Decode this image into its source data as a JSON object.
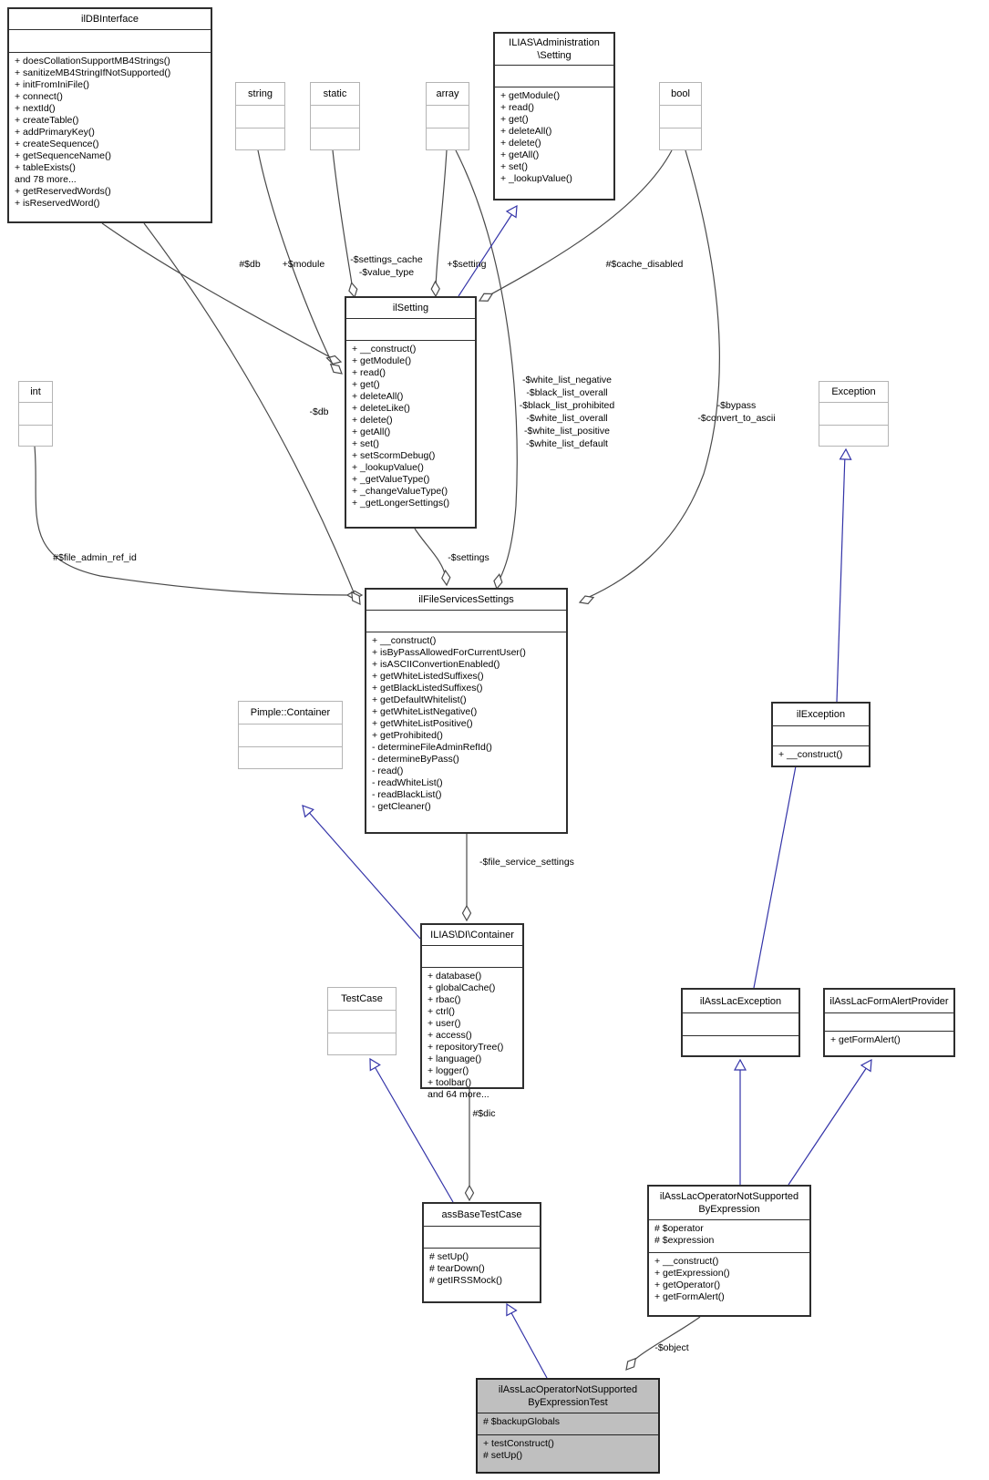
{
  "diagram": {
    "title": "Collaboration diagram for ilAssLacOperatorNotSupportedByExpressionTest",
    "classes": [
      {
        "id": "ilDBInterface",
        "title": "ilDBInterface",
        "attributes": [],
        "methods": [
          "+ doesCollationSupportMB4Strings()",
          "+ sanitizeMB4StringIfNotSupported()",
          "+ initFromIniFile()",
          "+ connect()",
          "+ nextId()",
          "+ createTable()",
          "+ addPrimaryKey()",
          "+ createSequence()",
          "+ getSequenceName()",
          "+ tableExists()",
          "and 78 more...",
          "+ getReservedWords()",
          "+ isReservedWord()"
        ]
      },
      {
        "id": "string",
        "title": "string",
        "attributes": [],
        "methods": []
      },
      {
        "id": "static",
        "title": "static",
        "attributes": [],
        "methods": []
      },
      {
        "id": "array",
        "title": "array",
        "attributes": [],
        "methods": []
      },
      {
        "id": "ILIAS\\Administration\\Setting",
        "title": "ILIAS\\Administration\n\\Setting",
        "attributes": [],
        "methods": [
          "+ getModule()",
          "+ read()",
          "+ get()",
          "+ deleteAll()",
          "+ delete()",
          "+ getAll()",
          "+ set()",
          "+ _lookupValue()"
        ]
      },
      {
        "id": "bool",
        "title": "bool",
        "attributes": [],
        "methods": []
      },
      {
        "id": "ilSetting",
        "title": "ilSetting",
        "attributes": [],
        "methods": [
          "+ __construct()",
          "+ getModule()",
          "+ read()",
          "+ get()",
          "+ deleteAll()",
          "+ deleteLike()",
          "+ delete()",
          "+ getAll()",
          "+ set()",
          "+ setScormDebug()",
          "+ _lookupValue()",
          "+ _getValueType()",
          "+ _changeValueType()",
          "+ _getLongerSettings()"
        ]
      },
      {
        "id": "int",
        "title": "int",
        "attributes": [],
        "methods": []
      },
      {
        "id": "Exception",
        "title": "Exception",
        "attributes": [],
        "methods": []
      },
      {
        "id": "ilFileServicesSettings",
        "title": "ilFileServicesSettings",
        "attributes": [],
        "methods": [
          "+ __construct()",
          "+ isByPassAllowedForCurrentUser()",
          "+ isASCIIConvertionEnabled()",
          "+ getWhiteListedSuffixes()",
          "+ getBlackListedSuffixes()",
          "+ getDefaultWhitelist()",
          "+ getWhiteListNegative()",
          "+ getWhiteListPositive()",
          "+ getProhibited()",
          "- determineFileAdminRefId()",
          "- determineByPass()",
          "- read()",
          "- readWhiteList()",
          "- readBlackList()",
          "- getCleaner()"
        ]
      },
      {
        "id": "Pimple::Container",
        "title": "Pimple::Container",
        "attributes": [],
        "methods": []
      },
      {
        "id": "ilException",
        "title": "ilException",
        "attributes": [],
        "methods": [
          "+ __construct()"
        ]
      },
      {
        "id": "ILIAS\\DI\\Container",
        "title": "ILIAS\\DI\\Container",
        "attributes": [],
        "methods": [
          "+ database()",
          "+ globalCache()",
          "+ rbac()",
          "+ ctrl()",
          "+ user()",
          "+ access()",
          "+ repositoryTree()",
          "+ language()",
          "+ logger()",
          "+ toolbar()",
          "and 64 more..."
        ]
      },
      {
        "id": "TestCase",
        "title": "TestCase",
        "attributes": [],
        "methods": []
      },
      {
        "id": "ilAssLacException",
        "title": "ilAssLacException",
        "attributes": [],
        "methods": []
      },
      {
        "id": "ilAssLacFormAlertProvider",
        "title": "ilAssLacFormAlertProvider",
        "attributes": [],
        "methods": [
          "+ getFormAlert()"
        ]
      },
      {
        "id": "assBaseTestCase",
        "title": "assBaseTestCase",
        "attributes": [],
        "methods": [
          "# setUp()",
          "# tearDown()",
          "# getIRSSMock()"
        ]
      },
      {
        "id": "ilAssLacOperatorNotSupportedByExpression",
        "title": "ilAssLacOperatorNotSupported\nByExpression",
        "attributes": [
          "# $operator",
          "# $expression"
        ],
        "methods": [
          "+ __construct()",
          "+ getExpression()",
          "+ getOperator()",
          "+ getFormAlert()"
        ]
      },
      {
        "id": "ilAssLacOperatorNotSupportedByExpressionTest",
        "title": "ilAssLacOperatorNotSupported\nByExpressionTest",
        "attributes": [
          "# $backupGlobals"
        ],
        "methods": [
          "+ testConstruct()",
          "# setUp()"
        ]
      }
    ],
    "edges": [
      {
        "type": "aggregation",
        "from": "ilDBInterface",
        "to": "ilSetting",
        "label": "#$db"
      },
      {
        "type": "aggregation",
        "from": "string",
        "to": "ilSetting",
        "label": "+$module"
      },
      {
        "type": "aggregation",
        "from": "static",
        "to": "ilSetting",
        "label": "-$settings_cache\n-$value_type"
      },
      {
        "type": "aggregation",
        "from": "array",
        "to": "ilSetting",
        "label": "+$setting"
      },
      {
        "type": "aggregation",
        "from": "bool",
        "to": "ilSetting",
        "label": "#$cache_disabled"
      },
      {
        "type": "aggregation",
        "from": "int",
        "to": "ilFileServicesSettings",
        "label": "#$file_admin_ref_id"
      },
      {
        "type": "aggregation",
        "from": "ilDBInterface",
        "to": "ilFileServicesSettings",
        "label": "-$db"
      },
      {
        "type": "aggregation",
        "from": "ilSetting",
        "to": "ilFileServicesSettings",
        "label": "-$settings"
      },
      {
        "type": "aggregation",
        "from": "array",
        "to": "ilFileServicesSettings",
        "label": "-$white_list_negative\n-$black_list_overall\n-$black_list_prohibited\n-$white_list_overall\n-$white_list_positive\n-$white_list_default"
      },
      {
        "type": "aggregation",
        "from": "bool",
        "to": "ilFileServicesSettings",
        "label": "-$bypass\n-$convert_to_ascii"
      },
      {
        "type": "aggregation",
        "from": "ilFileServicesSettings",
        "to": "ILIAS\\DI\\Container",
        "label": "-$file_service_settings"
      },
      {
        "type": "aggregation",
        "from": "ILIAS\\DI\\Container",
        "to": "assBaseTestCase",
        "label": "#$dic"
      },
      {
        "type": "aggregation",
        "from": "ilAssLacOperatorNotSupportedByExpression",
        "to": "ilAssLacOperatorNotSupportedByExpressionTest",
        "label": "-$object"
      },
      {
        "type": "inheritance",
        "from": "ilSetting",
        "to": "ILIAS\\Administration\\Setting",
        "label": ""
      },
      {
        "type": "inheritance",
        "from": "ILIAS\\DI\\Container",
        "to": "Pimple::Container",
        "label": ""
      },
      {
        "type": "inheritance",
        "from": "assBaseTestCase",
        "to": "TestCase",
        "label": ""
      },
      {
        "type": "inheritance",
        "from": "ilAssLacOperatorNotSupportedByExpressionTest",
        "to": "assBaseTestCase",
        "label": ""
      },
      {
        "type": "inheritance",
        "from": "ilAssLacException",
        "to": "ilException",
        "label": ""
      },
      {
        "type": "inheritance",
        "from": "ilException",
        "to": "Exception",
        "label": ""
      },
      {
        "type": "inheritance",
        "from": "ilAssLacOperatorNotSupportedByExpression",
        "to": "ilAssLacException",
        "label": ""
      },
      {
        "type": "inheritance",
        "from": "ilAssLacOperatorNotSupportedByExpression",
        "to": "ilAssLacFormAlertProvider",
        "label": ""
      }
    ],
    "colors": {
      "aggregation_edge": "#4a4a4a",
      "inheritance_edge": "#3333a8",
      "highlight_fill": "#bfbfbf",
      "external_border": "#b4b4b4",
      "class_border": "#2e2e2e"
    }
  }
}
